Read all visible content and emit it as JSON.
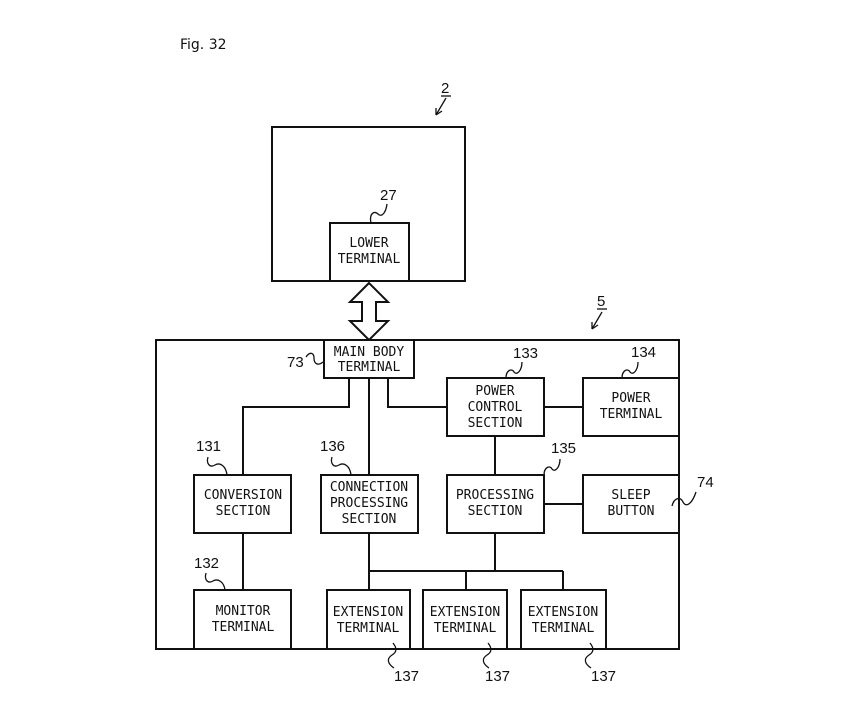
{
  "figure": {
    "title": "Fig. 32"
  },
  "devices": {
    "upper": {
      "ref": "2"
    },
    "main": {
      "ref": "5"
    }
  },
  "blocks": {
    "lower_terminal": {
      "ref": "27",
      "lines": [
        "LOWER",
        "TERMINAL"
      ]
    },
    "main_body_terminal": {
      "ref": "73",
      "lines": [
        "MAIN BODY",
        "TERMINAL"
      ]
    },
    "power_control_section": {
      "ref": "133",
      "lines": [
        "POWER",
        "CONTROL",
        "SECTION"
      ]
    },
    "power_terminal": {
      "ref": "134",
      "lines": [
        "POWER",
        "TERMINAL"
      ]
    },
    "conversion_section": {
      "ref": "131",
      "lines": [
        "CONVERSION",
        "SECTION"
      ]
    },
    "connection_processing_section": {
      "ref": "136",
      "lines": [
        "CONNECTION",
        "PROCESSING",
        "SECTION"
      ]
    },
    "processing_section": {
      "ref": "135",
      "lines": [
        "PROCESSING",
        "SECTION"
      ]
    },
    "sleep_button": {
      "ref": "74",
      "lines": [
        "SLEEP",
        "BUTTON"
      ]
    },
    "monitor_terminal": {
      "ref": "132",
      "lines": [
        "MONITOR",
        "TERMINAL"
      ]
    },
    "extension_terminal_1": {
      "ref": "137",
      "lines": [
        "EXTENSION",
        "TERMINAL"
      ]
    },
    "extension_terminal_2": {
      "ref": "137",
      "lines": [
        "EXTENSION",
        "TERMINAL"
      ]
    },
    "extension_terminal_3": {
      "ref": "137",
      "lines": [
        "EXTENSION",
        "TERMINAL"
      ]
    }
  },
  "connections": [
    [
      "lower_terminal",
      "main_body_terminal",
      "bidirectional"
    ],
    [
      "main_body_terminal",
      "conversion_section"
    ],
    [
      "main_body_terminal",
      "connection_processing_section"
    ],
    [
      "main_body_terminal",
      "power_control_section"
    ],
    [
      "power_control_section",
      "power_terminal"
    ],
    [
      "power_control_section",
      "processing_section"
    ],
    [
      "processing_section",
      "sleep_button"
    ],
    [
      "conversion_section",
      "monitor_terminal"
    ],
    [
      "connection_processing_section",
      "extension_terminal_1"
    ],
    [
      "connection_processing_section",
      "extension_terminal_2"
    ],
    [
      "processing_section",
      "extension_terminal_3"
    ]
  ]
}
